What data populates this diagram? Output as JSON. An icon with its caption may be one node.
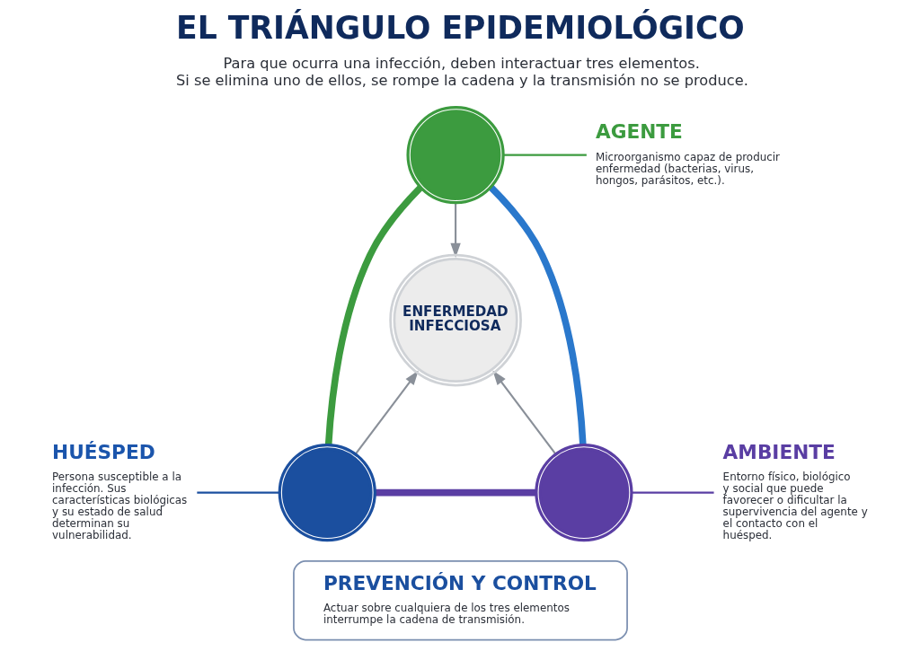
{
  "diagram": {
    "title": "EL TRIÁNGULO EPIDEMIOLÓGICO",
    "nodes": [
      {
        "text": [],
        "shape": "circle"
      },
      {
        "text": [
          "AGENTE",
          "Microorganismo capaz de producir enfermedad (bacterias, virus, hongos, parásitos, etc.)."
        ]
      },
      {
        "text": [
          "ENFERMEDAD INFECCIOSA"
        ]
      },
      {
        "text": [
          "HUÉSPED",
          "Persona susceptible a la infección. Sus características biológicas y su estado de salud determinan su vulnerabilidad."
        ]
      },
      {
        "text": [],
        "shape": "circle"
      },
      {
        "text": [],
        "shape": "circle"
      },
      {
        "text": [
          "AMBIENTE",
          "Entorno físico, biológico y social que puede favorecer o dificultar la supervivencia del agente y el contacto con el huésped."
        ]
      },
      {
        "text": [
          "PREVENCIÓN Y CONTROL",
          "Actuar sobre cualquiera de los tres elementos interrumpe la cadena de transmisión."
        ]
      }
    ],
    "edges": [
      {
        "from": 0,
        "to": 1,
        "arrow": "none",
        "color": "#3c9b3f"
      },
      {
        "from": 0,
        "to": 4,
        "arrow": "none",
        "style": "thick",
        "color": "#3c9b3f"
      },
      {
        "from": 0,
        "to": 2,
        "arrow": "to",
        "color": "#8a9099"
      },
      {
        "from": 0,
        "to": 5,
        "arrow": "none",
        "style": "thick",
        "color": "#2a78cc"
      },
      {
        "from": 3,
        "to": 4,
        "arrow": "none",
        "color": "#1b4f9f"
      },
      {
        "from": 4,
        "to": 5,
        "arrow": "none",
        "style": "thick",
        "color": "#5a3ea3"
      },
      {
        "from": 4,
        "to": 2,
        "arrow": "to",
        "color": "#8a9099"
      },
      {
        "from": 5,
        "to": 6,
        "arrow": "none",
        "color": "#5a3ea3"
      },
      {
        "from": 5,
        "to": 2,
        "arrow": "to",
        "color": "#8a9099"
      }
    ],
    "labels": [
      "Para que ocurra una infección, deben interactuar tres elementos. Si se elimina uno de ellos, se rompe la cadena y la transmisión no se produce."
    ]
  }
}
